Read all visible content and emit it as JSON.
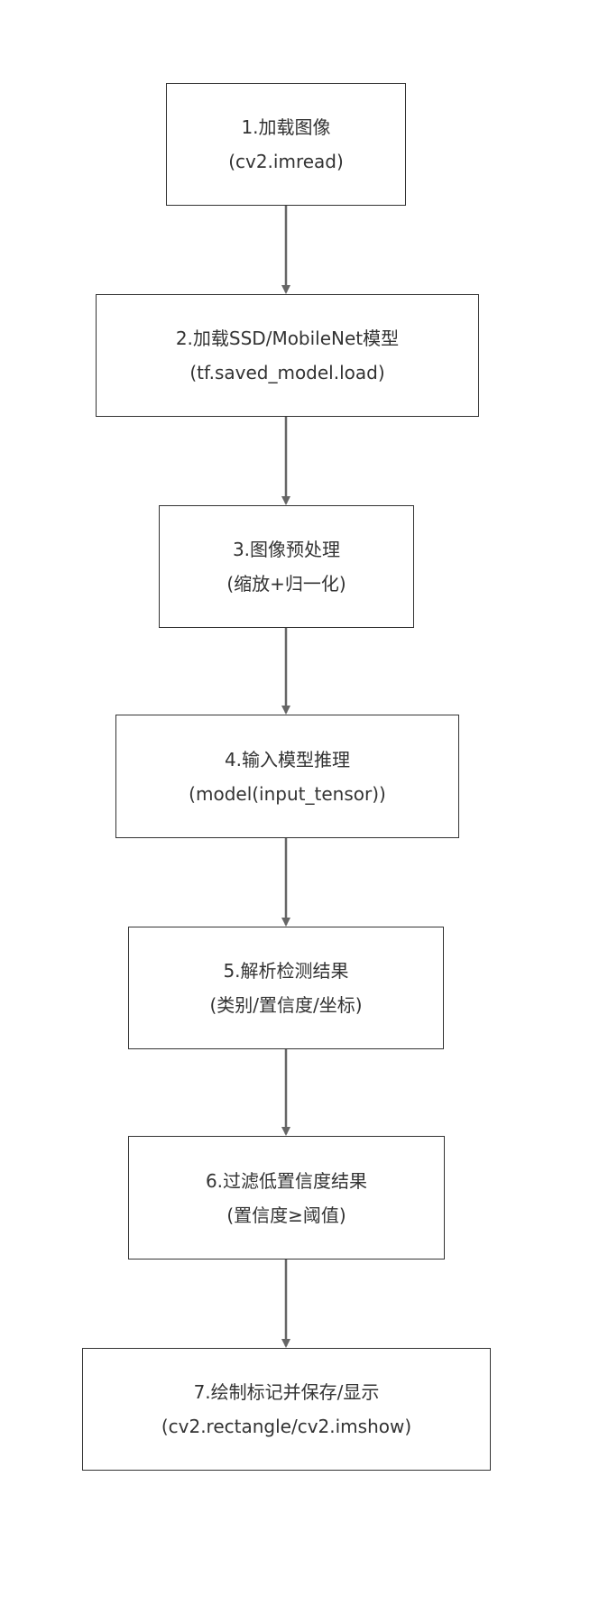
{
  "flowchart": {
    "nodes": [
      {
        "id": "1",
        "line1": "1.加载图像",
        "line2": "(cv2.imread)"
      },
      {
        "id": "2",
        "line1": "2.加载SSD/MobileNet模型",
        "line2": "(tf.saved_model.load)"
      },
      {
        "id": "3",
        "line1": "3.图像预处理",
        "line2": "(缩放+归一化)"
      },
      {
        "id": "4",
        "line1": "4.输入模型推理",
        "line2": "(model(input_tensor))"
      },
      {
        "id": "5",
        "line1": "5.解析检测结果",
        "line2": "(类别/置信度/坐标)"
      },
      {
        "id": "6",
        "line1": "6.过滤低置信度结果",
        "line2": "(置信度≥阈值)"
      },
      {
        "id": "7",
        "line1": "7.绘制标记并保存/显示",
        "line2": "(cv2.rectangle/cv2.imshow)"
      }
    ],
    "edges": [
      {
        "from": "1",
        "to": "2"
      },
      {
        "from": "2",
        "to": "3"
      },
      {
        "from": "3",
        "to": "4"
      },
      {
        "from": "4",
        "to": "5"
      },
      {
        "from": "5",
        "to": "6"
      },
      {
        "from": "6",
        "to": "7"
      }
    ],
    "colors": {
      "node_border": "#333333",
      "node_fill": "#ffffff",
      "text": "#333333",
      "edge": "#666666"
    }
  }
}
